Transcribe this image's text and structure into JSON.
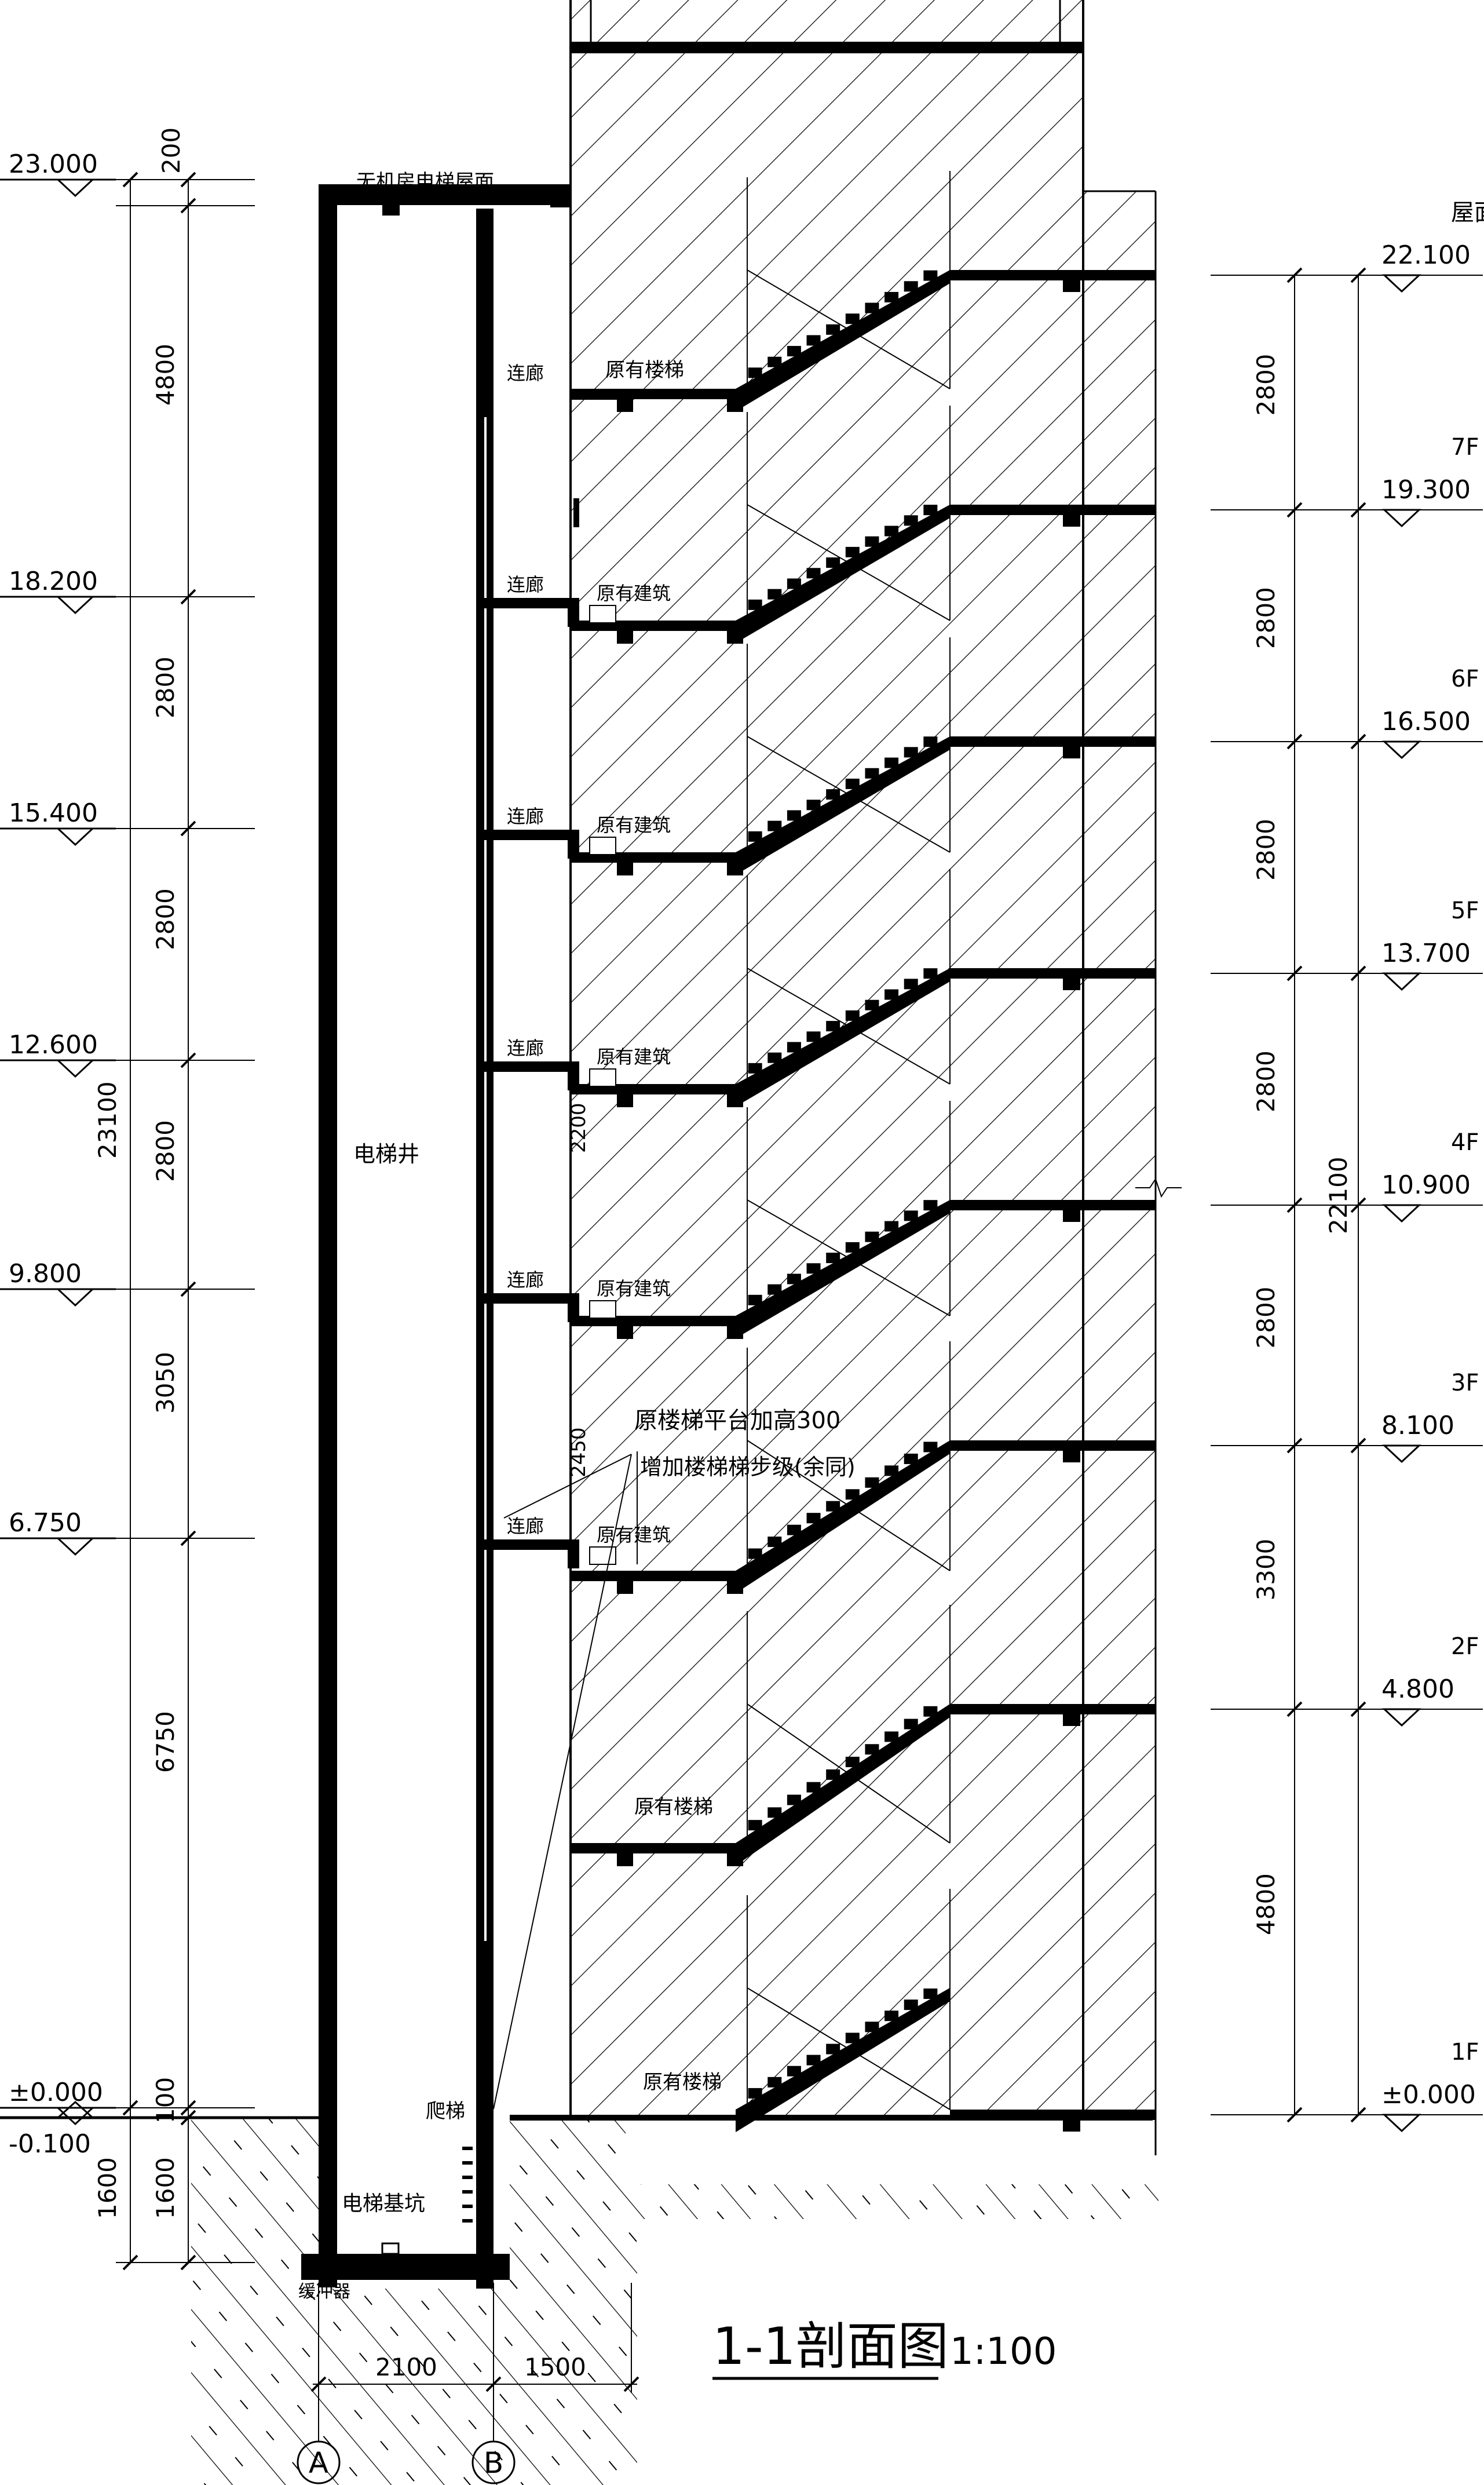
{
  "title": {
    "main": "1-1剖面图",
    "scale": "1:100"
  },
  "axes": [
    {
      "label": "A"
    },
    {
      "label": "B"
    }
  ],
  "left_elevations": [
    "23.000",
    "18.200",
    "15.400",
    "12.600",
    "9.800",
    "6.750",
    "±0.000",
    "-0.100"
  ],
  "left_dims_inner": [
    "200",
    "4800",
    "2800",
    "2800",
    "2800",
    "3050",
    "6750",
    "100",
    "1600"
  ],
  "left_dims_outer": [
    "23100",
    "1600"
  ],
  "right_floors": [
    {
      "floor": "屋面",
      "elev": "22.100"
    },
    {
      "floor": "7F",
      "elev": "19.300"
    },
    {
      "floor": "6F",
      "elev": "16.500"
    },
    {
      "floor": "5F",
      "elev": "13.700"
    },
    {
      "floor": "4F",
      "elev": "10.900"
    },
    {
      "floor": "3F",
      "elev": "8.100"
    },
    {
      "floor": "2F",
      "elev": "4.800"
    },
    {
      "floor": "1F",
      "elev": "±0.000"
    }
  ],
  "right_dims_inner": [
    "2800",
    "2800",
    "2800",
    "2800",
    "2800",
    "3300",
    "4800"
  ],
  "right_dims_outer": [
    "22100"
  ],
  "bottom_dims": [
    "2100",
    "1500"
  ],
  "labels": {
    "roof": "无机房电梯屋面",
    "shaft": "电梯井",
    "pit": "电梯基坑",
    "ladder": "爬梯",
    "buffer": "缓冲器",
    "corridor": "连廊",
    "orig_stair": "原有楼梯",
    "orig_building": "原有建筑",
    "note1": "原楼梯平台加高300",
    "note2": "增加楼梯梯步级(余同)",
    "dim_2200": "2200",
    "dim_2450": "2450"
  }
}
